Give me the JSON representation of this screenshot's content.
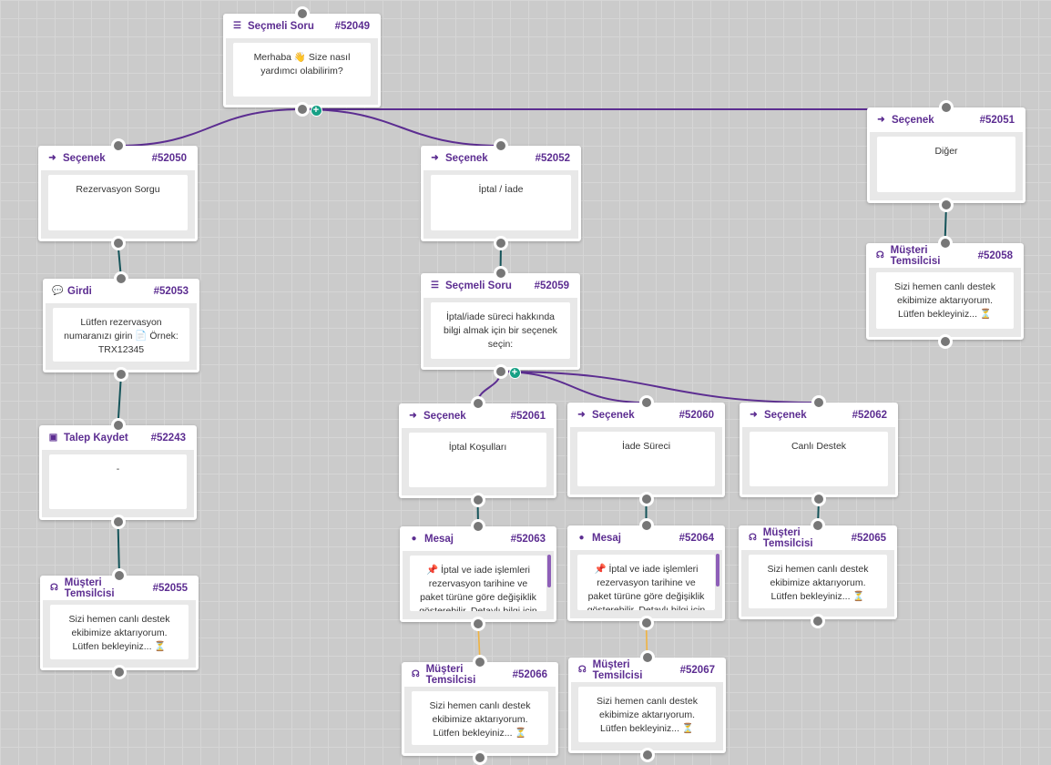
{
  "colors": {
    "brand": "#5c2d91",
    "choice_edge": "#5c2d91",
    "link_edge": "#15545a",
    "message_edge": "#f0b341",
    "add": "#16a085"
  },
  "nodes": [
    {
      "id": "#52049",
      "type": "Seçmeli Soru",
      "icon": "list-icon",
      "text": "Merhaba 👋 Size nasıl yardımcı olabilirim?"
    },
    {
      "id": "#52050",
      "type": "Seçenek",
      "icon": "arrow-circle-icon",
      "text": "Rezervasyon Sorgu"
    },
    {
      "id": "#52052",
      "type": "Seçenek",
      "icon": "arrow-circle-icon",
      "text": "İptal / İade"
    },
    {
      "id": "#52051",
      "type": "Seçenek",
      "icon": "arrow-circle-icon",
      "text": "Diğer"
    },
    {
      "id": "#52058",
      "type": "Müşteri Temsilcisi",
      "icon": "headset-icon",
      "text": "Sizi hemen canlı destek ekibimize aktarıyorum. Lütfen bekleyiniz... ⏳"
    },
    {
      "id": "#52053",
      "type": "Girdi",
      "icon": "comments-icon",
      "text": "Lütfen rezervasyon numaranızı girin 📄 Örnek: TRX12345"
    },
    {
      "id": "#52243",
      "type": "Talep Kaydet",
      "icon": "clipboard-check-icon",
      "text": "-"
    },
    {
      "id": "#52055",
      "type": "Müşteri Temsilcisi",
      "icon": "headset-icon",
      "text": "Sizi hemen canlı destek ekibimize aktarıyorum. Lütfen bekleyiniz... ⏳"
    },
    {
      "id": "#52059",
      "type": "Seçmeli Soru",
      "icon": "list-icon",
      "text": "İptal/iade süreci hakkında bilgi almak için bir seçenek seçin:"
    },
    {
      "id": "#52061",
      "type": "Seçenek",
      "icon": "arrow-circle-icon",
      "text": "İptal Koşulları"
    },
    {
      "id": "#52060",
      "type": "Seçenek",
      "icon": "arrow-circle-icon",
      "text": "İade Süreci"
    },
    {
      "id": "#52062",
      "type": "Seçenek",
      "icon": "arrow-circle-icon",
      "text": "Canlı Destek"
    },
    {
      "id": "#52063",
      "type": "Mesaj",
      "icon": "comment-icon",
      "text": "📌 İptal ve iade işlemleri rezervasyon tarihine ve paket türüne göre değişiklik gösterebilir. Detaylı bilgi için"
    },
    {
      "id": "#52064",
      "type": "Mesaj",
      "icon": "comment-icon",
      "text": "📌 İptal ve iade işlemleri rezervasyon tarihine ve paket türüne göre değişiklik gösterebilir. Detaylı bilgi için"
    },
    {
      "id": "#52065",
      "type": "Müşteri Temsilcisi",
      "icon": "headset-icon",
      "text": "Sizi hemen canlı destek ekibimize aktarıyorum. Lütfen bekleyiniz... ⏳"
    },
    {
      "id": "#52066",
      "type": "Müşteri Temsilcisi",
      "icon": "headset-icon",
      "text": "Sizi hemen canlı destek ekibimize aktarıyorum. Lütfen bekleyiniz... ⏳"
    },
    {
      "id": "#52067",
      "type": "Müşteri Temsilcisi",
      "icon": "headset-icon",
      "text": "Sizi hemen canlı destek ekibimize aktarıyorum. Lütfen bekleyiniz... ⏳"
    }
  ],
  "edges": [
    {
      "from": "#52049",
      "to": "#52050",
      "kind": "choice"
    },
    {
      "from": "#52049",
      "to": "#52052",
      "kind": "choice"
    },
    {
      "from": "#52049",
      "to": "#52051",
      "kind": "choice"
    },
    {
      "from": "#52050",
      "to": "#52053",
      "kind": "link"
    },
    {
      "from": "#52053",
      "to": "#52243",
      "kind": "link"
    },
    {
      "from": "#52243",
      "to": "#52055",
      "kind": "link"
    },
    {
      "from": "#52052",
      "to": "#52059",
      "kind": "link"
    },
    {
      "from": "#52051",
      "to": "#52058",
      "kind": "link"
    },
    {
      "from": "#52059",
      "to": "#52061",
      "kind": "choice"
    },
    {
      "from": "#52059",
      "to": "#52060",
      "kind": "choice"
    },
    {
      "from": "#52059",
      "to": "#52062",
      "kind": "choice"
    },
    {
      "from": "#52061",
      "to": "#52063",
      "kind": "link"
    },
    {
      "from": "#52060",
      "to": "#52064",
      "kind": "link"
    },
    {
      "from": "#52062",
      "to": "#52065",
      "kind": "link"
    },
    {
      "from": "#52063",
      "to": "#52066",
      "kind": "message"
    },
    {
      "from": "#52064",
      "to": "#52067",
      "kind": "message"
    }
  ]
}
